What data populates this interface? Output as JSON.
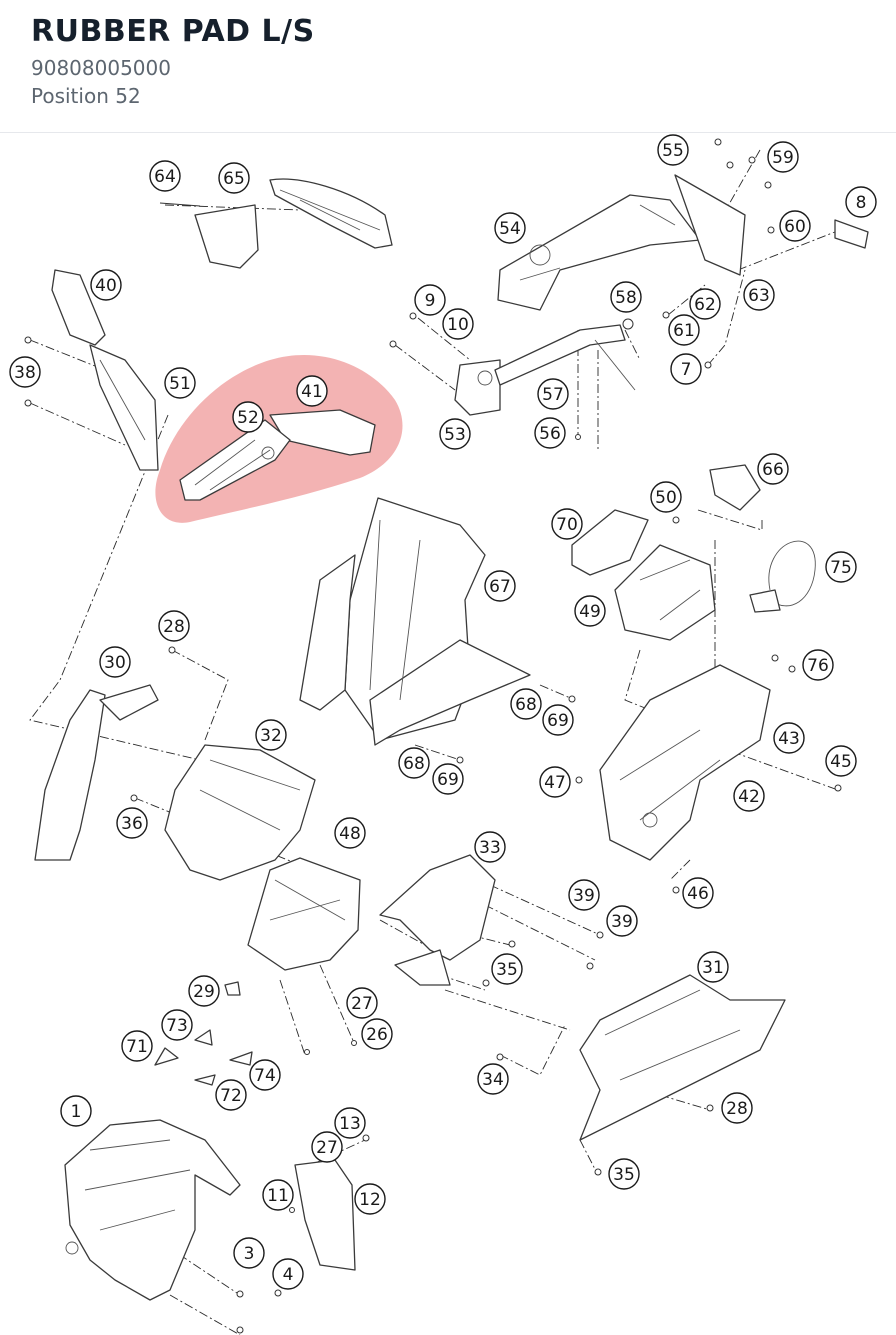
{
  "header": {
    "title": "RUBBER PAD L/S",
    "part_number": "90808005000",
    "position": "Position 52"
  },
  "colors": {
    "highlight": "#e24a4a",
    "title": "#16202c",
    "subtitle": "#5d6670"
  },
  "highlighted_callout": "52",
  "callouts": [
    {
      "label": "64"
    },
    {
      "label": "65"
    },
    {
      "label": "55"
    },
    {
      "label": "59"
    },
    {
      "label": "8"
    },
    {
      "label": "54"
    },
    {
      "label": "60"
    },
    {
      "label": "40"
    },
    {
      "label": "9"
    },
    {
      "label": "58"
    },
    {
      "label": "62"
    },
    {
      "label": "63"
    },
    {
      "label": "10"
    },
    {
      "label": "61"
    },
    {
      "label": "38"
    },
    {
      "label": "7"
    },
    {
      "label": "41"
    },
    {
      "label": "51"
    },
    {
      "label": "57"
    },
    {
      "label": "52"
    },
    {
      "label": "53"
    },
    {
      "label": "56"
    },
    {
      "label": "66"
    },
    {
      "label": "50"
    },
    {
      "label": "70"
    },
    {
      "label": "75"
    },
    {
      "label": "67"
    },
    {
      "label": "49"
    },
    {
      "label": "28"
    },
    {
      "label": "76"
    },
    {
      "label": "30"
    },
    {
      "label": "68"
    },
    {
      "label": "69"
    },
    {
      "label": "32"
    },
    {
      "label": "43"
    },
    {
      "label": "68"
    },
    {
      "label": "45"
    },
    {
      "label": "47"
    },
    {
      "label": "69"
    },
    {
      "label": "42"
    },
    {
      "label": "36"
    },
    {
      "label": "48"
    },
    {
      "label": "33"
    },
    {
      "label": "46"
    },
    {
      "label": "39"
    },
    {
      "label": "39"
    },
    {
      "label": "35"
    },
    {
      "label": "31"
    },
    {
      "label": "29"
    },
    {
      "label": "27"
    },
    {
      "label": "73"
    },
    {
      "label": "26"
    },
    {
      "label": "71"
    },
    {
      "label": "74"
    },
    {
      "label": "34"
    },
    {
      "label": "72"
    },
    {
      "label": "28"
    },
    {
      "label": "1"
    },
    {
      "label": "13"
    },
    {
      "label": "27"
    },
    {
      "label": "11"
    },
    {
      "label": "12"
    },
    {
      "label": "35"
    },
    {
      "label": "3"
    },
    {
      "label": "4"
    }
  ]
}
